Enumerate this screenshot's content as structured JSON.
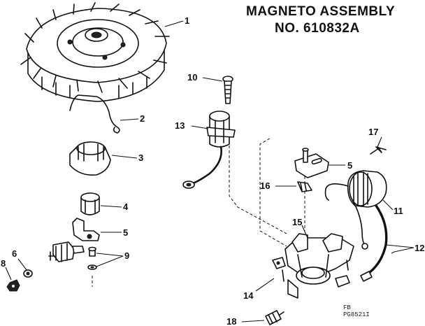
{
  "title": {
    "line1": "MAGNETO ASSEMBLY",
    "line2": "NO. 610832A"
  },
  "reference": {
    "line1": "FB",
    "line2": "PG8521I"
  },
  "callouts": {
    "c1": "1",
    "c2": "2",
    "c3": "3",
    "c4": "4",
    "c5a": "5",
    "c5b": "5",
    "c6": "6",
    "c8": "8",
    "c9": "9",
    "c10": "10",
    "c11": "11",
    "c12": "12",
    "c13": "13",
    "c14": "14",
    "c15": "15",
    "c16": "16",
    "c17": "17",
    "c18": "18"
  }
}
